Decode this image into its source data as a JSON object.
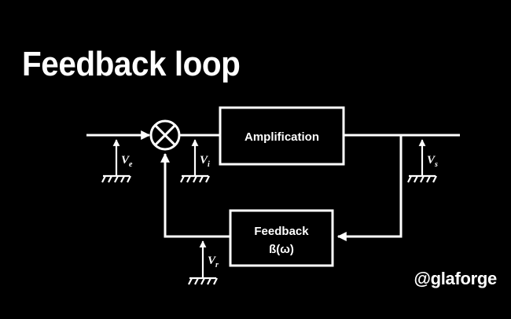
{
  "title": "Feedback loop",
  "handle": "@glaforge",
  "blocks": {
    "amplification": "Amplification",
    "feedback_line1": "Feedback",
    "feedback_line2": "ß(ω)"
  },
  "signals": {
    "ve": {
      "letter": "V",
      "sub": "e"
    },
    "vi": {
      "letter": "V",
      "sub": "i"
    },
    "vs": {
      "letter": "V",
      "sub": "s"
    },
    "vr": {
      "letter": "V",
      "sub": "r"
    }
  },
  "colors": {
    "background": "#000000",
    "foreground": "#ffffff"
  }
}
